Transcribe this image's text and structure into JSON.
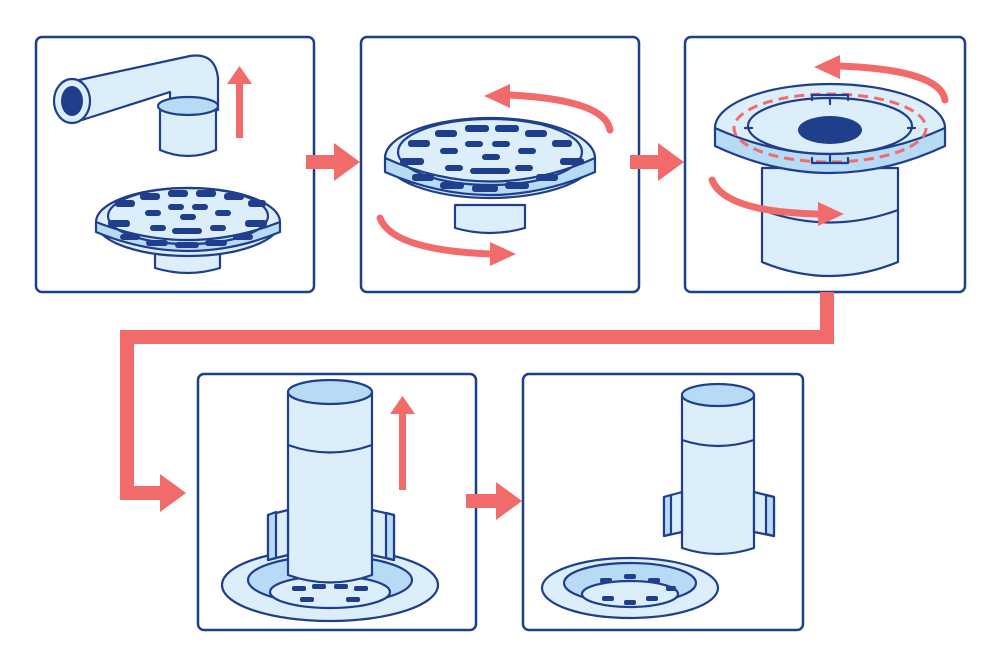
{
  "diagram": {
    "steps": [
      {
        "label": "remove-grate-step"
      },
      {
        "label": "rotate-grate-step"
      },
      {
        "label": "unscrew-strainer-step"
      },
      {
        "label": "pull-up-seal-step"
      },
      {
        "label": "removed-seal-step"
      }
    ],
    "colors": {
      "outline": "#1f3e8c",
      "light_blue": "#dceefa",
      "mid_blue": "#b7dbf5",
      "dark_blue": "#1f3e8c",
      "arrow_red": "#f26b6b",
      "background": "#ffffff"
    },
    "icons": [
      "pipe-elbow-icon",
      "drain-grate-icon",
      "strainer-cup-icon",
      "odor-seal-cylinder-icon",
      "drain-base-icon",
      "rotate-arrow-icon",
      "up-arrow-icon",
      "flow-arrow-icon"
    ]
  }
}
